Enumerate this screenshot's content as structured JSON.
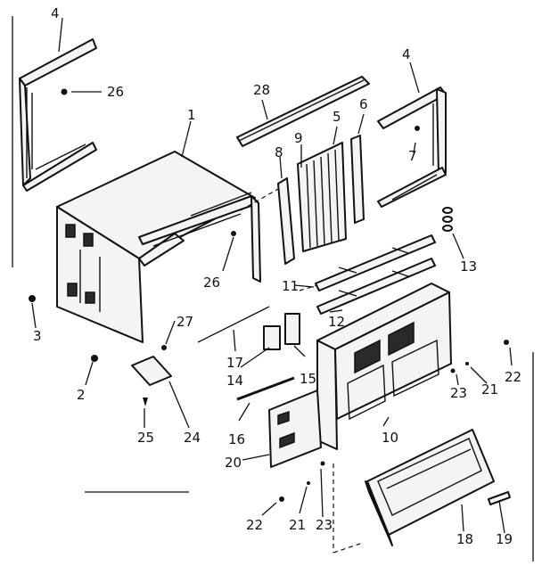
{
  "diagram": {
    "callouts": [
      {
        "id": "c4a",
        "text": "4"
      },
      {
        "id": "c26a",
        "text": "26"
      },
      {
        "id": "c28",
        "text": "28"
      },
      {
        "id": "c5",
        "text": "5"
      },
      {
        "id": "c6",
        "text": "6"
      },
      {
        "id": "c4b",
        "text": "4"
      },
      {
        "id": "c1",
        "text": "1"
      },
      {
        "id": "c9",
        "text": "9"
      },
      {
        "id": "c8",
        "text": "8"
      },
      {
        "id": "c7",
        "text": "7"
      },
      {
        "id": "c26b",
        "text": "26"
      },
      {
        "id": "c13",
        "text": "13"
      },
      {
        "id": "c11",
        "text": "11"
      },
      {
        "id": "c3",
        "text": "3"
      },
      {
        "id": "c12",
        "text": "12"
      },
      {
        "id": "c27",
        "text": "27"
      },
      {
        "id": "c17",
        "text": "17"
      },
      {
        "id": "c14",
        "text": "14"
      },
      {
        "id": "c15",
        "text": "15"
      },
      {
        "id": "c2",
        "text": "2"
      },
      {
        "id": "c22a",
        "text": "22"
      },
      {
        "id": "c23a",
        "text": "23"
      },
      {
        "id": "c21a",
        "text": "21"
      },
      {
        "id": "c10",
        "text": "10"
      },
      {
        "id": "c16",
        "text": "16"
      },
      {
        "id": "c25",
        "text": "25"
      },
      {
        "id": "c24",
        "text": "24"
      },
      {
        "id": "c20",
        "text": "20"
      },
      {
        "id": "c22b",
        "text": "22"
      },
      {
        "id": "c21b",
        "text": "21"
      },
      {
        "id": "c23b",
        "text": "23"
      },
      {
        "id": "c18",
        "text": "18"
      },
      {
        "id": "c19",
        "text": "19"
      }
    ]
  }
}
